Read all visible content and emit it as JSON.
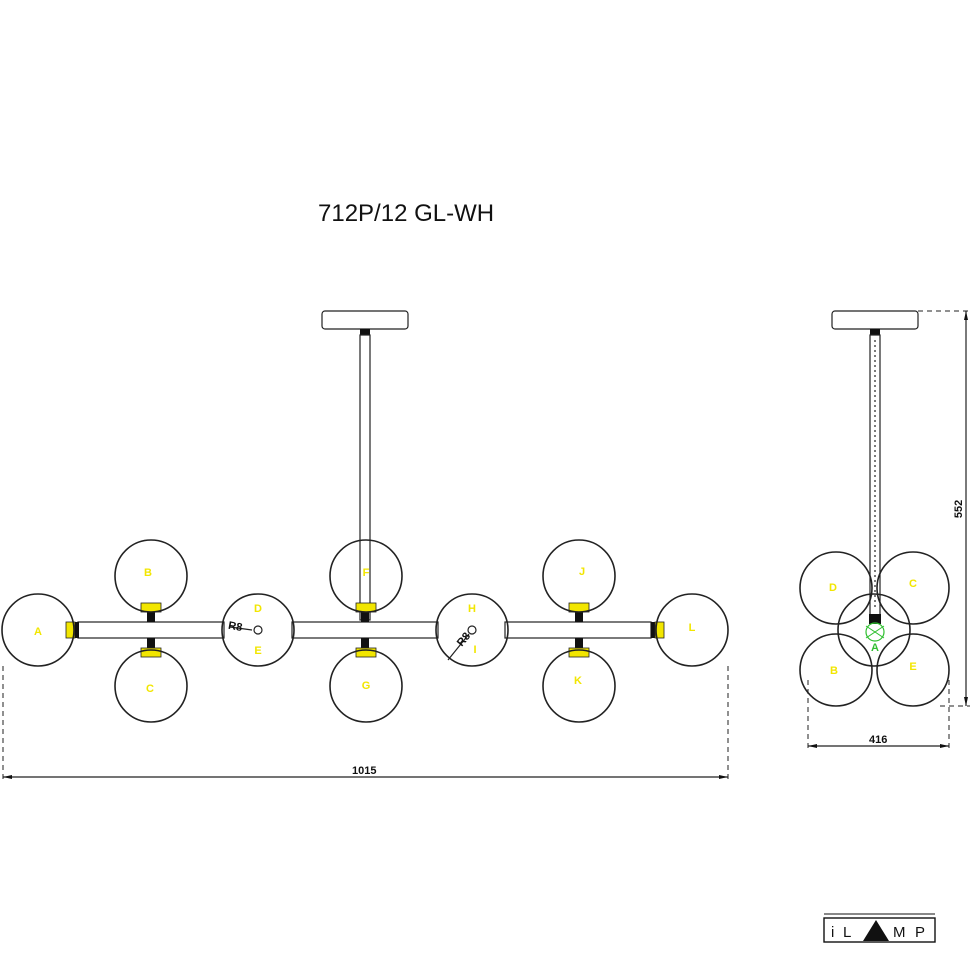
{
  "title": "712P/12 GL-WH",
  "dimensions": {
    "length": "1015",
    "width": "416",
    "height": "552"
  },
  "front_view_labels": [
    "A",
    "B",
    "C",
    "D",
    "E",
    "F",
    "G",
    "H",
    "I",
    "J",
    "K",
    "L"
  ],
  "side_view_labels": [
    "D",
    "C",
    "A",
    "B",
    "E"
  ],
  "detail_labels": [
    "R8",
    "R8"
  ],
  "logo": {
    "text": "iLAMP",
    "colors": {
      "frame": "#111111"
    }
  },
  "colors": {
    "line": "#222222",
    "socket": "#f2e600",
    "label_yellow": "#f2e600",
    "label_green": "#2fbf2f"
  }
}
